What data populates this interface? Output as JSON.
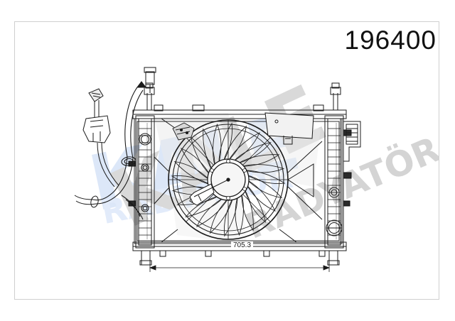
{
  "document": {
    "type": "technical-drawing",
    "subject": "Engine cooling radiator fan assembly",
    "background_color": "#ffffff",
    "frame_color": "#cfcfcf"
  },
  "header": {
    "part_number": "196400"
  },
  "watermarks": {
    "brand_primary": "KALE",
    "brand_secondary": "RADYATÖR",
    "blue_color": "#dce7f8",
    "gray_color": "#d9d9d9"
  },
  "dimensions": {
    "overall_width_label": "705.3",
    "unit": "mm"
  },
  "drawing": {
    "line_color": "#1b1b1b",
    "shade_color": "#e8e8e8",
    "components": {
      "fan_shroud": "fan-shroud",
      "fan_blades": "fan-blade-set",
      "fan_hub": "fan-motor-hub",
      "radiator_core": "radiator-core",
      "left_tank": "radiator-left-tank",
      "right_tank": "radiator-right-tank",
      "top_rail": "frame-top-rail",
      "bottom_rail": "frame-bottom-rail",
      "hose_assembly": "coolant-hose-assembly",
      "connector": "electrical-connector",
      "filler_neck": "filler-neck",
      "mounting_tabs": "mounting-tabs",
      "dimension_line": "overall-width-dimension"
    }
  }
}
